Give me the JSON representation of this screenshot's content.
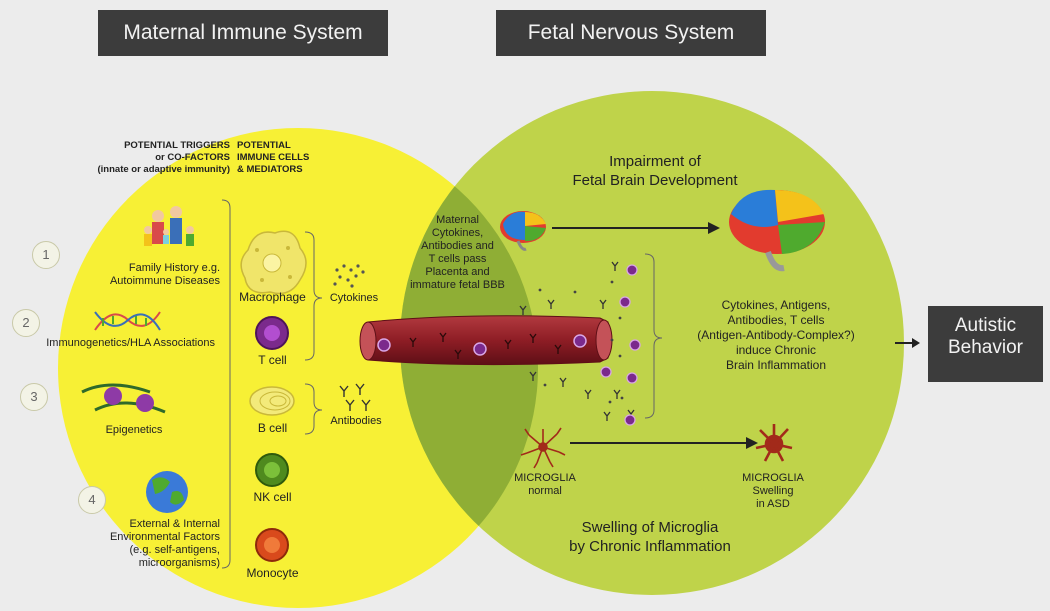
{
  "headers": {
    "maternal": "Maternal Immune System",
    "fetal": "Fetal Nervous System"
  },
  "columns": {
    "triggers": [
      "POTENTIAL TRIGGERS",
      "or CO-FACTORS",
      "(innate or adaptive immunity)"
    ],
    "cells": [
      "POTENTIAL",
      "IMMUNE CELLS",
      "& MEDIATORS"
    ]
  },
  "triggers": [
    {
      "num": "1",
      "lines": [
        "Family History e.g.",
        "Autoimmune Diseases"
      ],
      "icon": "family-icon"
    },
    {
      "num": "2",
      "lines": [
        "Immunogenetics/HLA Associations"
      ],
      "icon": "dna-icon"
    },
    {
      "num": "3",
      "lines": [
        "Epigenetics"
      ],
      "icon": "chromosome-icon"
    },
    {
      "num": "4",
      "lines": [
        "External & Internal",
        "Environmental Factors",
        "(e.g. self-antigens,",
        "microorganisms)"
      ],
      "icon": "earth-icon"
    }
  ],
  "cells": [
    {
      "label": "Macrophage",
      "icon": "macrophage-icon",
      "color": "#f0e56a"
    },
    {
      "label": "T cell",
      "icon": "t-cell-icon",
      "color": "#7b2a8c"
    },
    {
      "label": "B cell",
      "icon": "b-cell-icon",
      "color": "#f3ea7a"
    },
    {
      "label": "NK cell",
      "icon": "nk-cell-icon",
      "color": "#4f8a1e"
    },
    {
      "label": "Monocyte",
      "icon": "monocyte-icon",
      "color": "#d94a1c"
    }
  ],
  "mediators": {
    "cytokines": "Cytokines",
    "antibodies": "Antibodies"
  },
  "overlap_text": [
    "Maternal",
    "Cytokines,",
    "Antibodies and",
    "T cells pass",
    "Placenta and",
    "immature fetal BBB"
  ],
  "impairment_title": [
    "Impairment of",
    "Fetal Brain Development"
  ],
  "inflammation_text": [
    "Cytokines, Antigens,",
    "Antibodies, T cells",
    "(Antigen-Antibody-Complex?)",
    "induce Chronic",
    "Brain Inflammation"
  ],
  "microglia": {
    "normal": [
      "MICROGLIA",
      "normal"
    ],
    "swelling": [
      "MICROGLIA",
      "Swelling",
      "in ASD"
    ]
  },
  "swelling_title": [
    "Swelling of Microglia",
    "by Chronic Inflammation"
  ],
  "outcome": {
    "arrow": "→",
    "lines": [
      "Autistic",
      "Behavior"
    ]
  },
  "colors": {
    "maternal_circle": "#f7f035",
    "fetal_circle": "#bfd34a",
    "overlap": "#8fae35",
    "vessel": "#8e1d25",
    "header_bg": "#3c3c3c"
  }
}
